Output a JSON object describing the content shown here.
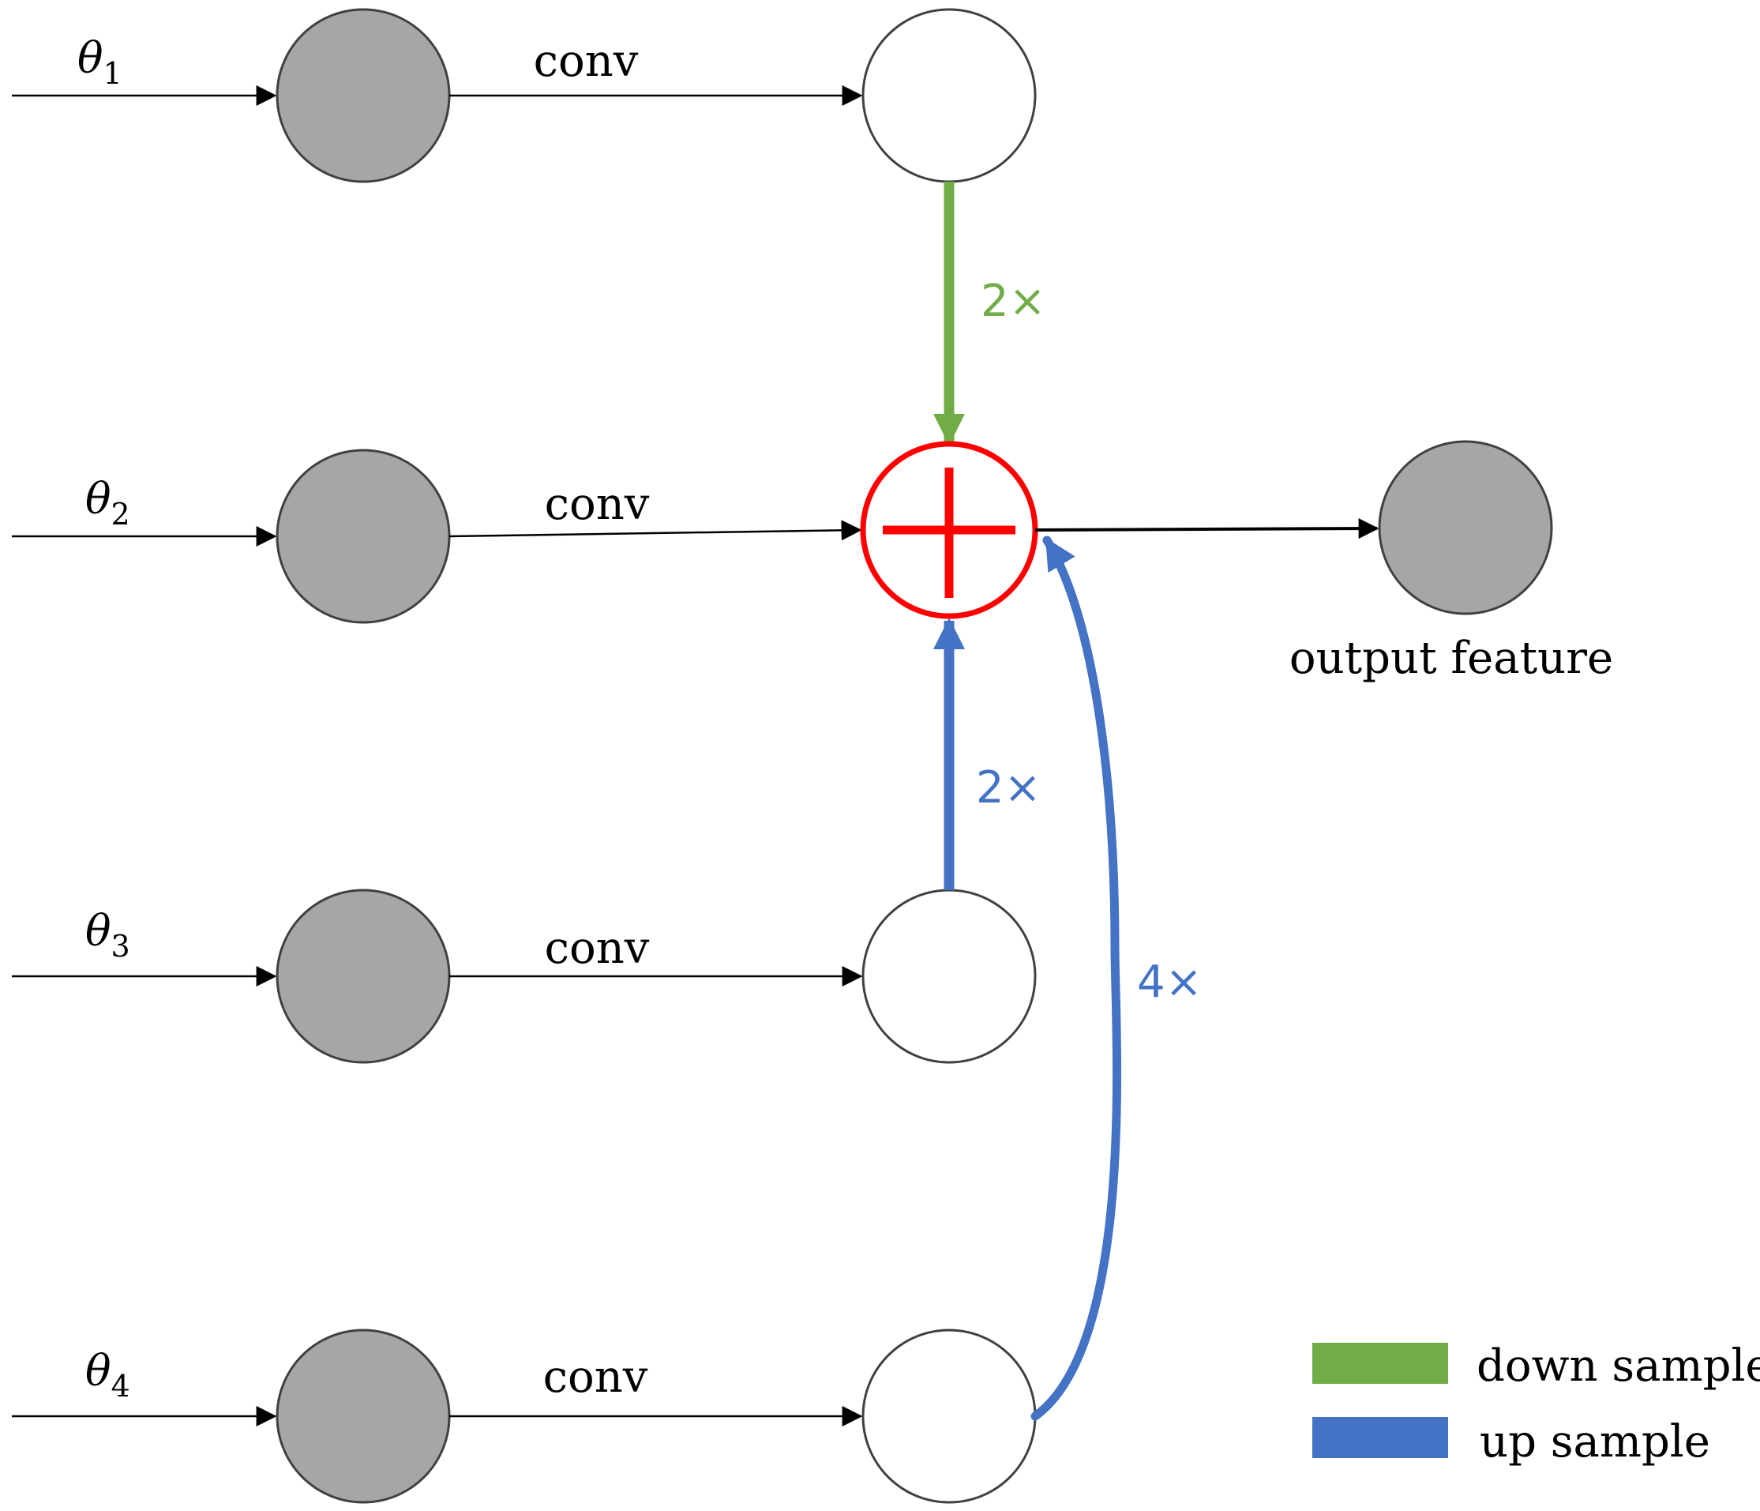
{
  "rows": [
    {
      "input_symbol": "θ",
      "input_subscript": "1",
      "conv_label": "conv"
    },
    {
      "input_symbol": "θ",
      "input_subscript": "2",
      "conv_label": "conv"
    },
    {
      "input_symbol": "θ",
      "input_subscript": "3",
      "conv_label": "conv"
    },
    {
      "input_symbol": "θ",
      "input_subscript": "4",
      "conv_label": "conv"
    }
  ],
  "connections": {
    "down_2x": "2×",
    "up_2x": "2×",
    "up_4x": "4×"
  },
  "output": {
    "label": "output feature"
  },
  "legend": [
    {
      "label": "down sample",
      "color": "#70ad47"
    },
    {
      "label": "up sample",
      "color": "#4472c4"
    }
  ],
  "colors": {
    "down_sample": "#70ad47",
    "up_sample": "#4472c4",
    "sum_node": "#ff0000",
    "filled_node": "#a6a6a6",
    "node_stroke": "#404040"
  }
}
